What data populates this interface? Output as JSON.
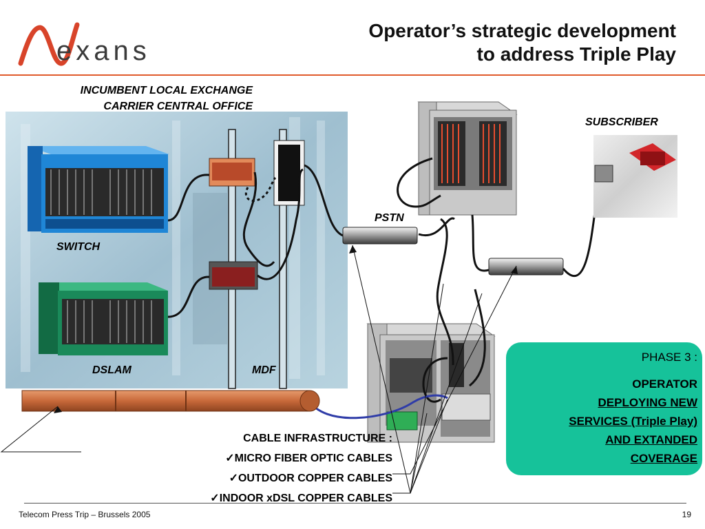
{
  "header": {
    "logo_text": "exans",
    "title_line1": "Operator’s strategic development",
    "title_line2": "to address Triple Play"
  },
  "labels": {
    "office_line1": "INCUMBENT LOCAL EXCHANGE",
    "office_line2": "CARRIER CENTRAL OFFICE",
    "switch": "SWITCH",
    "dslam": "DSLAM",
    "mdf": "MDF",
    "pstn": "PSTN",
    "subscriber": "SUBSCRIBER"
  },
  "cables": {
    "heading": "CABLE INFRASTRUCTURE :",
    "items": [
      "MICRO FIBER OPTIC CABLES",
      "OUTDOOR COPPER CABLES",
      "INDOOR xDSL COPPER CABLES"
    ],
    "check_glyph": "✓"
  },
  "phase": {
    "title": "PHASE 3 :",
    "line1": "OPERATOR",
    "line2": "DEPLOYING NEW",
    "line3": "SERVICES (Triple Play)",
    "line4": "AND EXTANDED",
    "line5": "COVERAGE"
  },
  "footer": {
    "text": "Telecom Press Trip – Brussels 2005",
    "page": "19"
  },
  "colors": {
    "brand_red": "#e05a2b",
    "phase_box": "#16c29a",
    "switch_blue": "#1f86d6",
    "dslam_green": "#1a8a5a",
    "pipe_copper": "#c8693a"
  }
}
